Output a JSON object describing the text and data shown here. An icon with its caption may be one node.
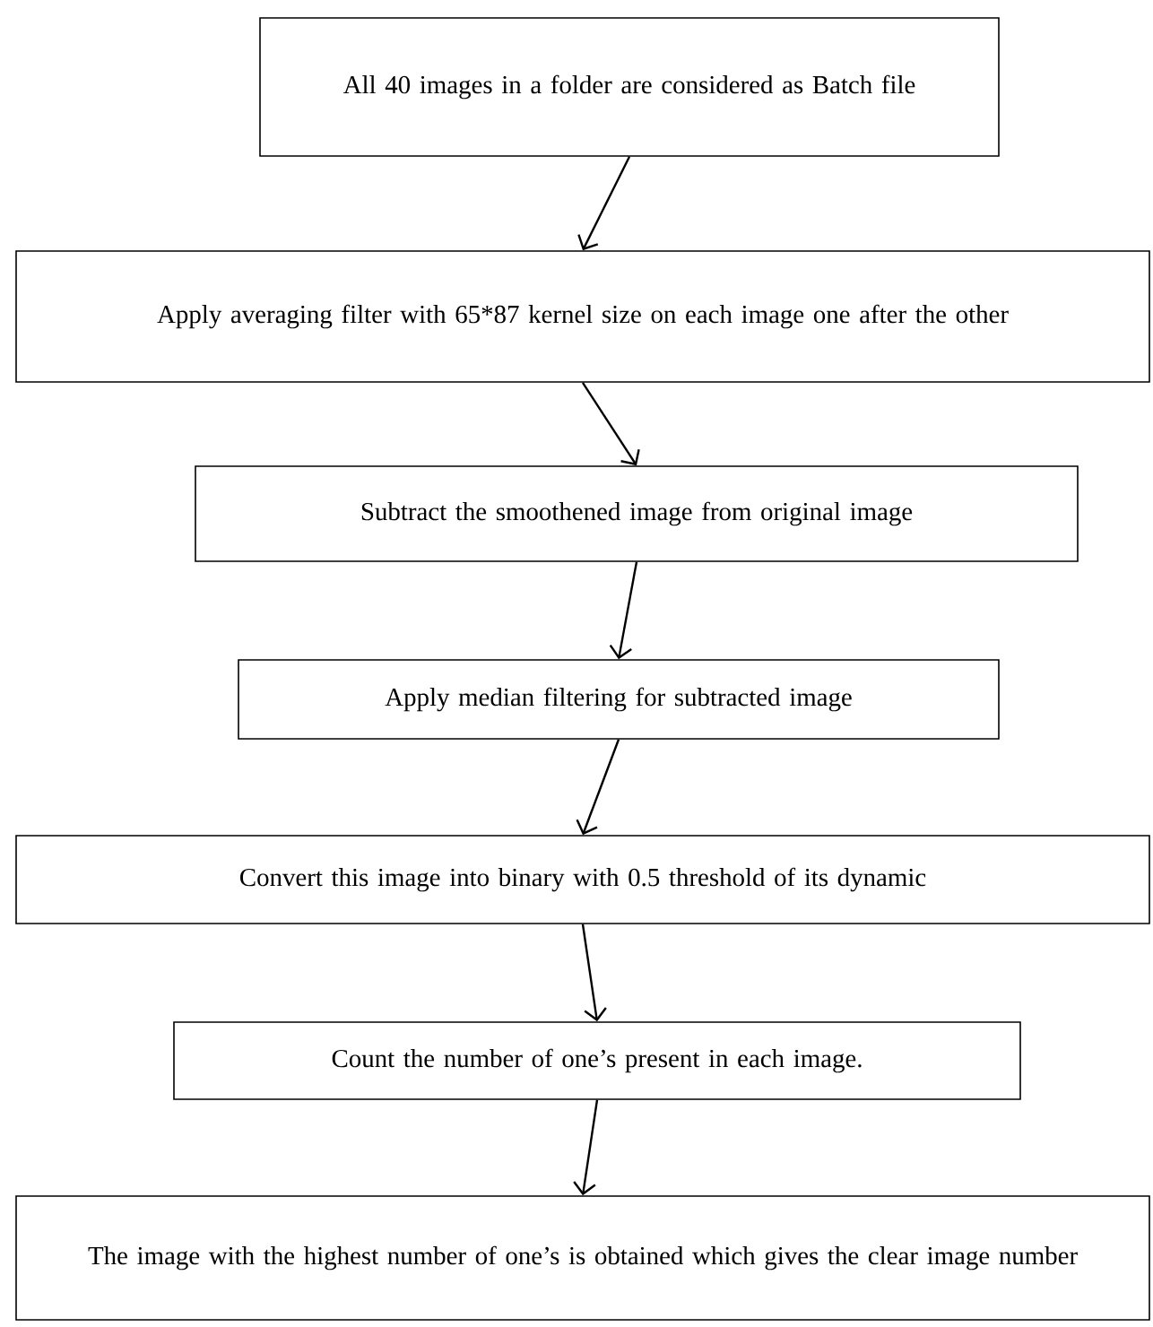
{
  "diagram": {
    "nodes": [
      {
        "text": [
          "All 40 images in a folder are considered as Batch file"
        ]
      },
      {
        "text": [
          "Apply averaging filter with 65*87 kernel size on each image one after the other"
        ]
      },
      {
        "text": [
          "Subtract the smoothened image from original image"
        ]
      },
      {
        "text": [
          "Apply median filtering for subtracted image"
        ]
      },
      {
        "text": [
          "Convert this image into binary with 0.5 threshold of its dynamic"
        ]
      },
      {
        "text": [
          "Count the number of one’s present in each image."
        ]
      },
      {
        "text": [
          "The image with the highest number of one’s is obtained which gives the clear image number"
        ]
      }
    ],
    "edges": [
      {
        "from": 0,
        "to": 1,
        "arrow": "to"
      },
      {
        "from": 1,
        "to": 2,
        "arrow": "to"
      },
      {
        "from": 2,
        "to": 3,
        "arrow": "to"
      },
      {
        "from": 3,
        "to": 4,
        "arrow": "to"
      },
      {
        "from": 4,
        "to": 5,
        "arrow": "to"
      },
      {
        "from": 5,
        "to": 6,
        "arrow": "to"
      }
    ]
  }
}
